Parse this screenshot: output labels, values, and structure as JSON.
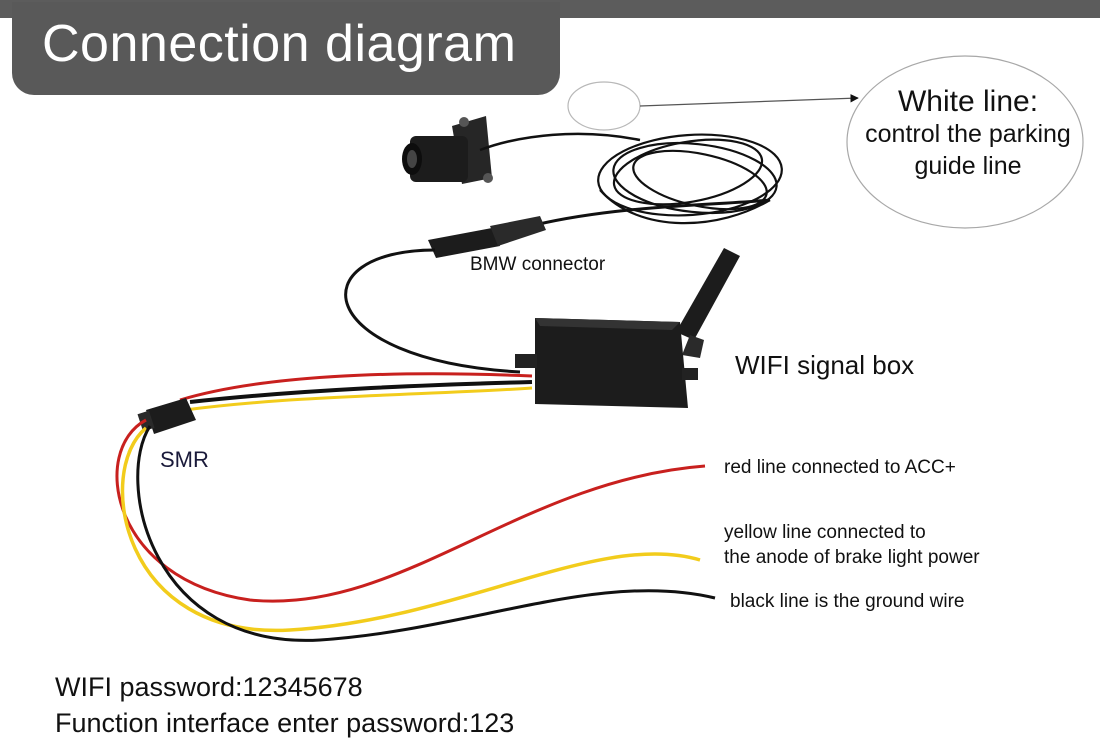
{
  "title": "Connection diagram",
  "labels": {
    "white_line_title": "White line:",
    "white_line_desc_1": "control the parking",
    "white_line_desc_2": "guide line",
    "bmw_connector": "BMW connector",
    "wifi_box": "WIFI signal box",
    "smr": "SMR",
    "red_line": "red line connected to ACC+",
    "yellow_line_1": "yellow line connected to",
    "yellow_line_2": "the anode of brake light power",
    "black_line": "black line is the ground wire"
  },
  "passwords": {
    "wifi": "WIFI password:12345678",
    "function": "Function interface enter password:123"
  },
  "colors": {
    "title_badge": "#595959",
    "wire_red": "#c8201e",
    "wire_yellow": "#f2cc1c",
    "wire_black": "#111111",
    "device": "#1c1c1c"
  }
}
